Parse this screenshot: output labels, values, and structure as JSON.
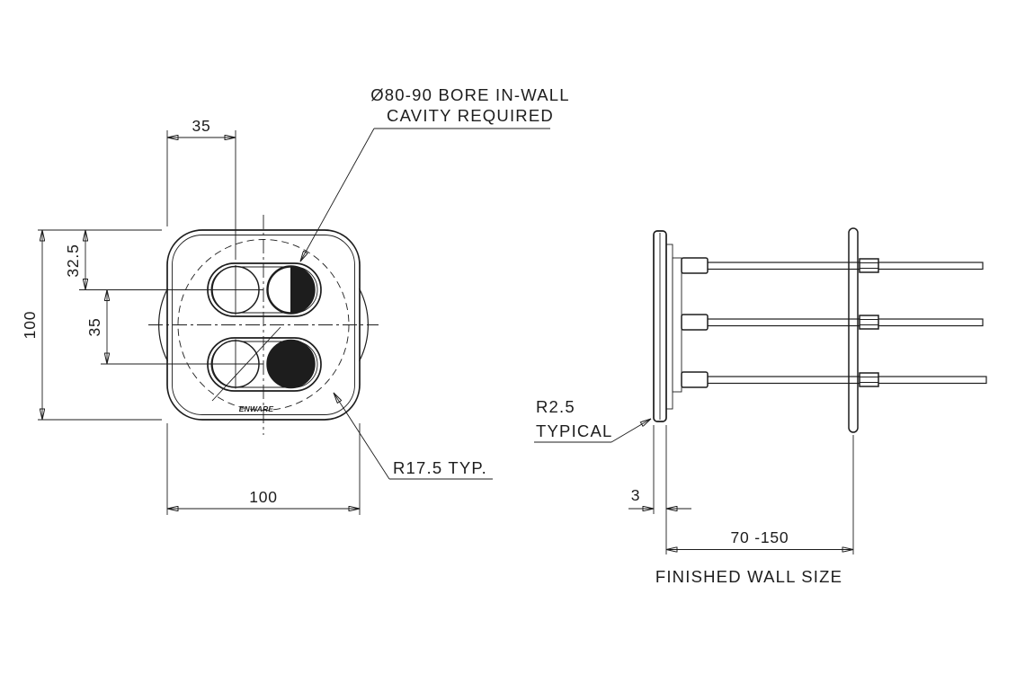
{
  "front_view": {
    "note_bore": {
      "line1": "Ø80-90 BORE IN-WALL",
      "line2": "CAVITY REQUIRED"
    },
    "dims": {
      "top_offset": "35",
      "overall_height": "100",
      "top_row_offset": "32.5",
      "row_spacing": "35",
      "overall_width": "100"
    },
    "note_corner_radius": "R17.5 TYP.",
    "brand": "ENWARE"
  },
  "side_view": {
    "note_radius": {
      "line1": "R2.5",
      "line2": "TYPICAL"
    },
    "dims": {
      "plate_thickness": "3",
      "wall_range": "70 -150"
    },
    "wall_caption": "FINISHED WALL SIZE"
  },
  "colors": {
    "line": "#1d1d1d",
    "background": "#ffffff"
  }
}
